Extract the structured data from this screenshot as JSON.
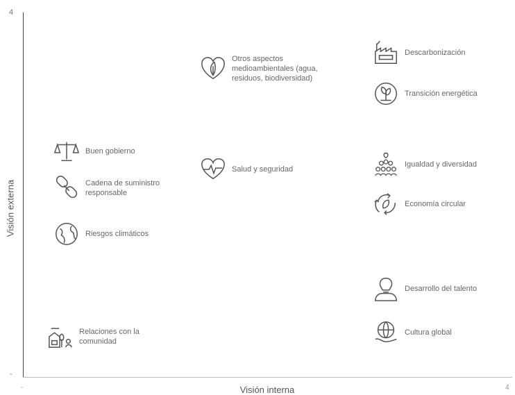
{
  "axes": {
    "y_label": "Visión externa",
    "x_label": "Visión interna",
    "y_top_tick": "4",
    "y_bottom_tick": "-",
    "x_left_tick": "-",
    "x_right_tick": "4"
  },
  "items": [
    {
      "label": "Otros aspectos medioambientales (agua, residuos, biodiversidad)",
      "icon": "leaf-heart-icon"
    },
    {
      "label": "Descarbonización",
      "icon": "factory-icon"
    },
    {
      "label": "Transición energética",
      "icon": "energy-plant-icon"
    },
    {
      "label": "Buen gobierno",
      "icon": "scales-icon"
    },
    {
      "label": "Cadena de suministro responsable",
      "icon": "chain-link-icon"
    },
    {
      "label": "Riesgos climáticos",
      "icon": "globe-leaf-icon"
    },
    {
      "label": "Salud y seguridad",
      "icon": "heartbeat-icon"
    },
    {
      "label": "Igualdad y diversidad",
      "icon": "people-group-icon"
    },
    {
      "label": "Economía circular",
      "icon": "recycle-icon"
    },
    {
      "label": "Desarrollo del talento",
      "icon": "person-lightbulb-icon"
    },
    {
      "label": "Cultura global",
      "icon": "globe-hand-icon"
    },
    {
      "label": "Relaciones con la comunidad",
      "icon": "community-icon"
    }
  ]
}
